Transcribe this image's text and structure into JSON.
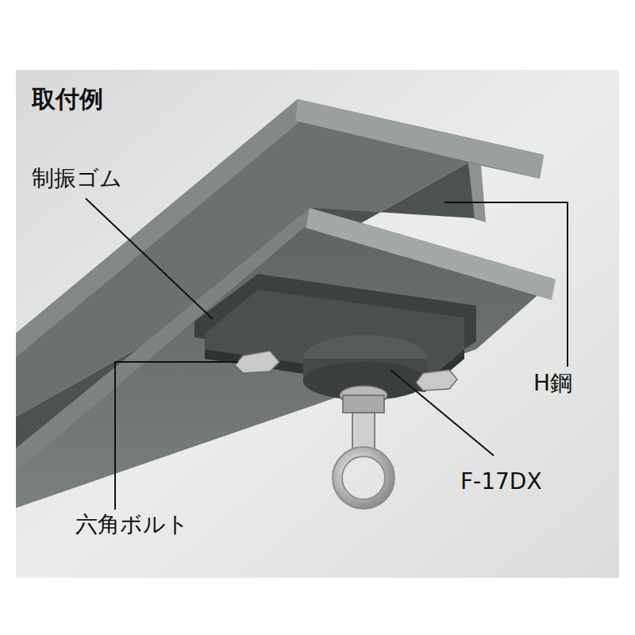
{
  "diagram": {
    "title": "取付例",
    "labels": [
      "制振ゴム",
      "H鋼",
      "F-17DX",
      "六角ボルト"
    ]
  }
}
